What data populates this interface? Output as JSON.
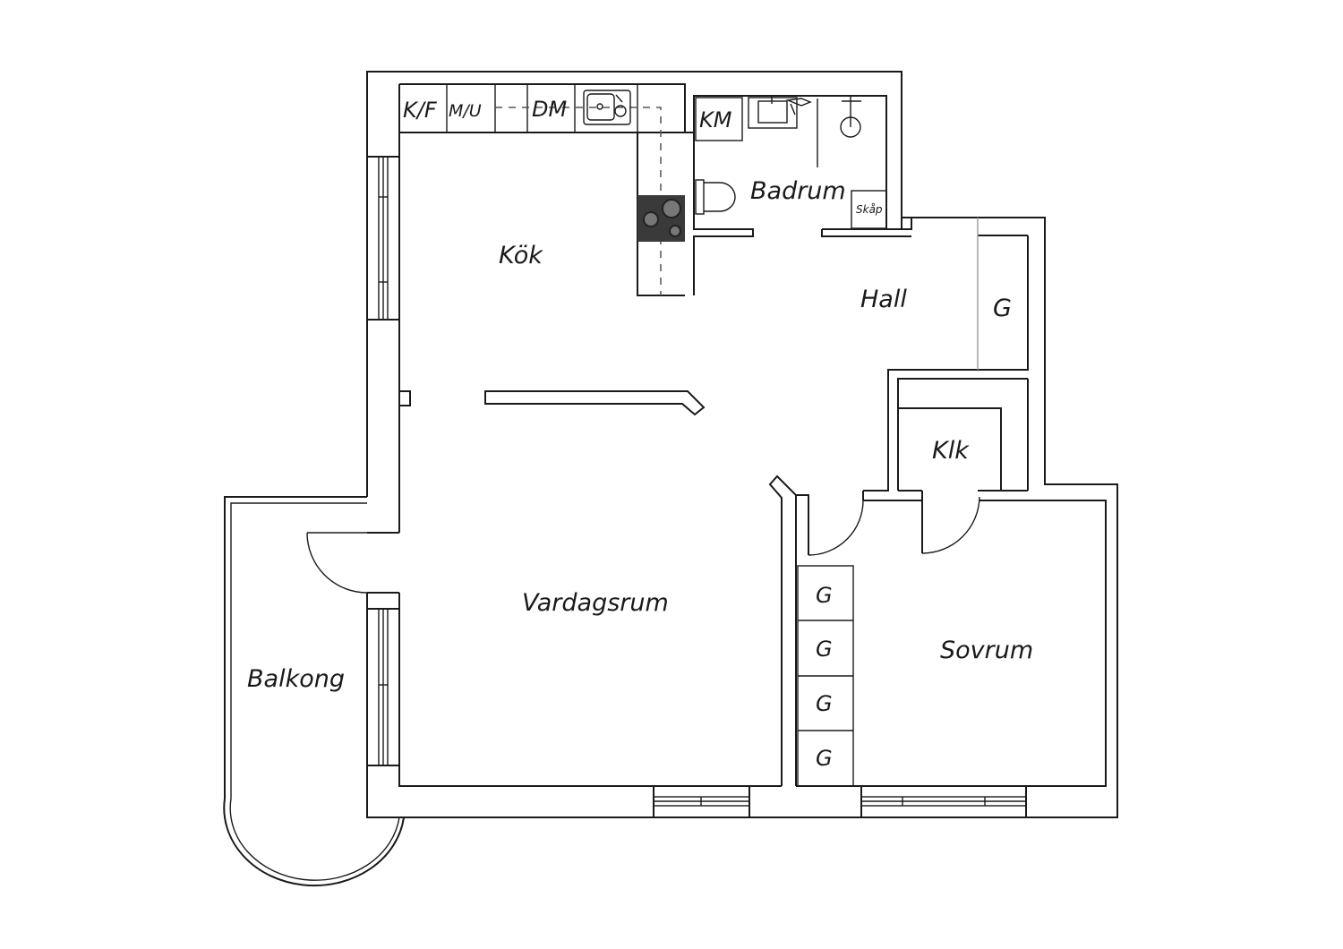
{
  "rooms": {
    "kitchen": "Kök",
    "bathroom": "Badrum",
    "hall": "Hall",
    "closet": "Klk",
    "living": "Vardagsrum",
    "bedroom": "Sovrum",
    "balcony": "Balkong"
  },
  "fixtures": {
    "fridge_freezer": "K/F",
    "microwave_oven": "M/U",
    "dishwasher": "DM",
    "washing_machine": "KM",
    "cabinet": "Skåp",
    "wardrobe_hall": "G",
    "wardrobes_bedroom": [
      "G",
      "G",
      "G",
      "G"
    ]
  },
  "colors": {
    "walls": "#1a1a1a",
    "stove": "#3a3a3a",
    "background": "#ffffff"
  }
}
